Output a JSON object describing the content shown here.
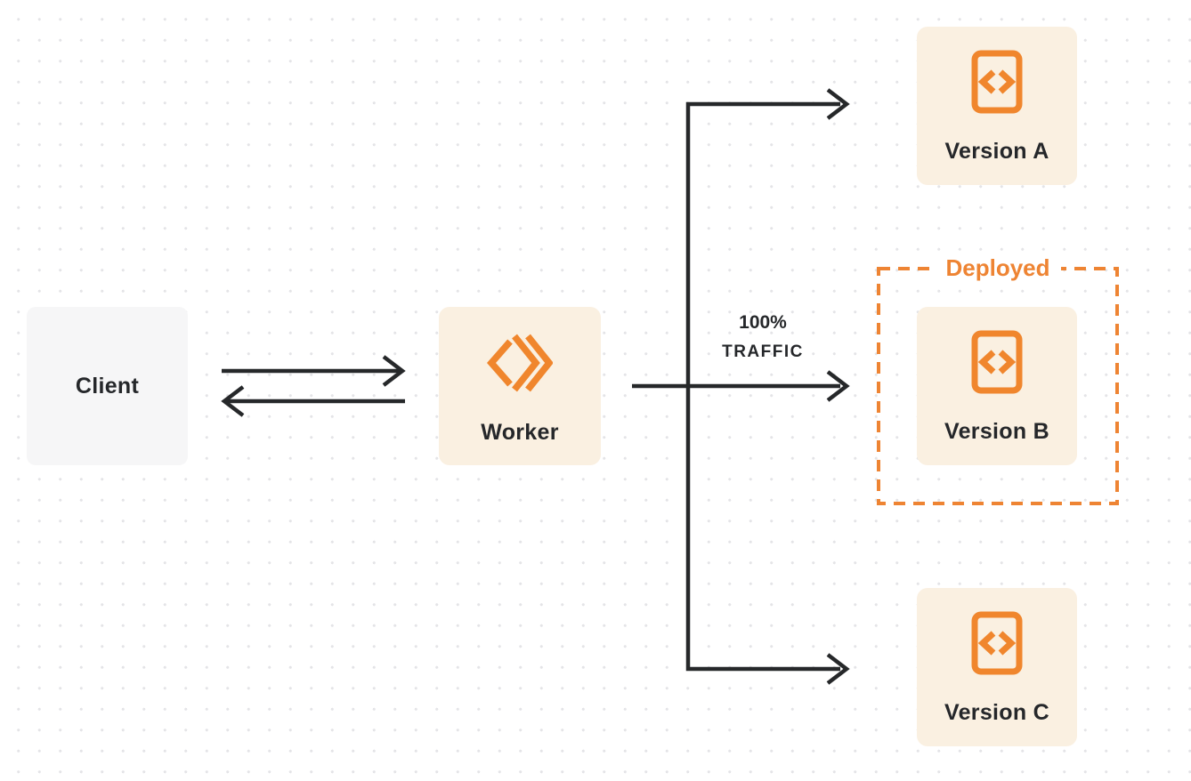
{
  "nodes": {
    "client": {
      "label": "Client"
    },
    "worker": {
      "label": "Worker",
      "icon": "cloudflare-workers-logo-icon"
    },
    "version_a": {
      "label": "Version A",
      "icon": "code-file-icon"
    },
    "version_b": {
      "label": "Version B",
      "icon": "code-file-icon"
    },
    "version_c": {
      "label": "Version C",
      "icon": "code-file-icon"
    }
  },
  "annotations": {
    "deployed": "Deployed",
    "traffic_percent": "100%",
    "traffic_word": "TRAFFIC"
  },
  "connectors": {
    "client_to_worker": "request arrow right",
    "worker_to_client": "response arrow left",
    "worker_to_versions": "trunk splitting to Version A, Version B, Version C"
  },
  "colors": {
    "accent_orange": "#EE8433",
    "node_cream_bg": "#FAF0E1",
    "client_gray_bg": "#F6F6F7",
    "connector_dark": "#26282A",
    "text_dark": "#25272A",
    "dot_grid": "#E4E4E7",
    "background": "#FFFFFF"
  }
}
